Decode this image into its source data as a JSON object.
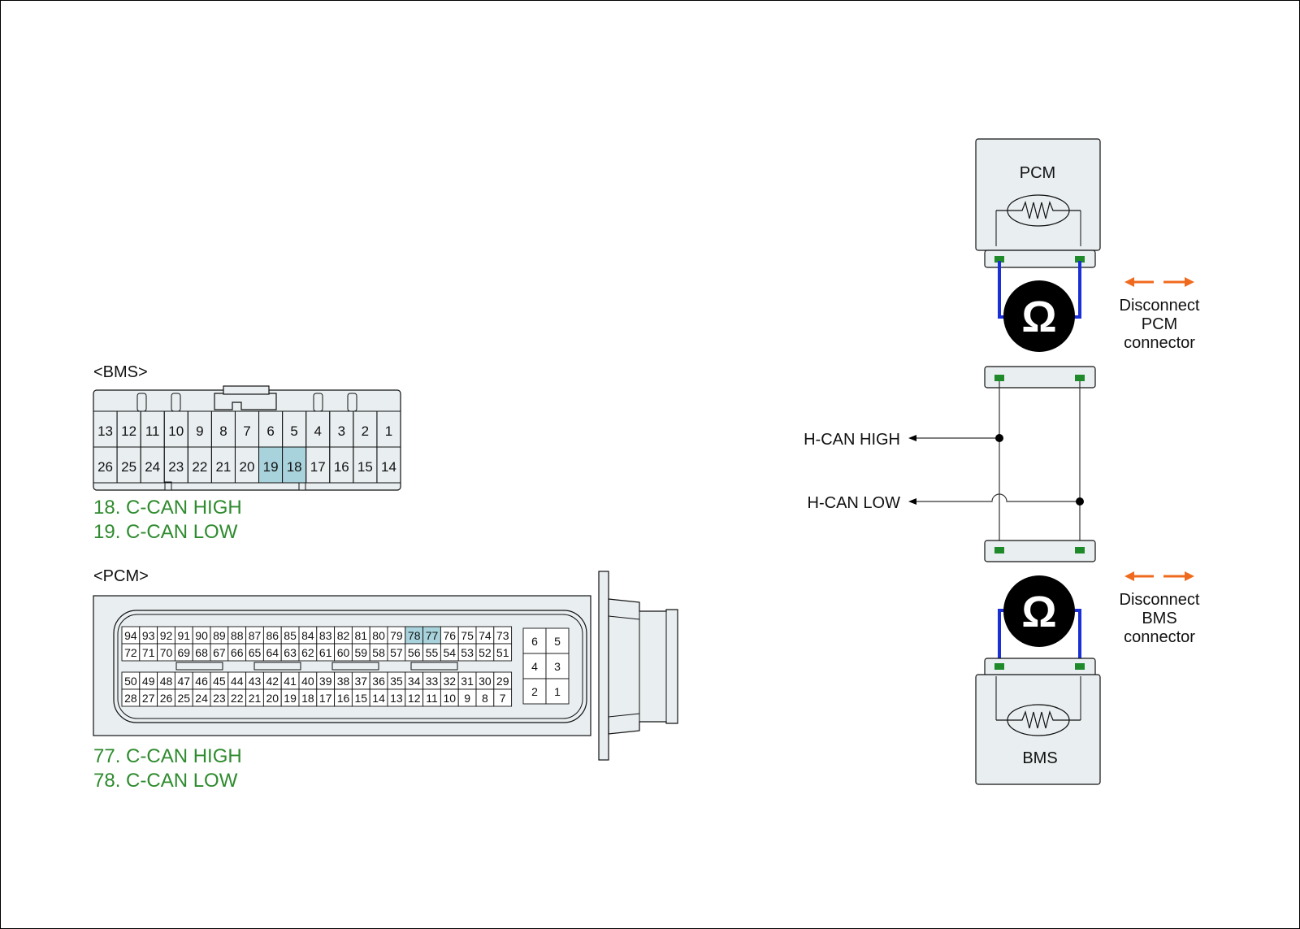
{
  "bms": {
    "title": "<BMS>",
    "row_top": [
      "13",
      "12",
      "11",
      "10",
      "9",
      "8",
      "7",
      "6",
      "5",
      "4",
      "3",
      "2",
      "1"
    ],
    "row_bottom": [
      "26",
      "25",
      "24",
      "23",
      "22",
      "21",
      "20",
      "19",
      "18",
      "17",
      "16",
      "15",
      "14"
    ],
    "highlight": [
      "18",
      "19"
    ],
    "pin_notes": [
      "18. C-CAN HIGH",
      "19. C-CAN LOW"
    ]
  },
  "pcm": {
    "title": "<PCM>",
    "rows": [
      [
        "94",
        "93",
        "92",
        "91",
        "90",
        "89",
        "88",
        "87",
        "86",
        "85",
        "84",
        "83",
        "82",
        "81",
        "80",
        "79",
        "78",
        "77",
        "76",
        "75",
        "74",
        "73"
      ],
      [
        "72",
        "71",
        "70",
        "69",
        "68",
        "67",
        "66",
        "65",
        "64",
        "63",
        "62",
        "61",
        "60",
        "59",
        "58",
        "57",
        "56",
        "55",
        "54",
        "53",
        "52",
        "51"
      ],
      [
        "50",
        "49",
        "48",
        "47",
        "46",
        "45",
        "44",
        "43",
        "42",
        "41",
        "40",
        "39",
        "38",
        "37",
        "36",
        "35",
        "34",
        "33",
        "32",
        "31",
        "30",
        "29"
      ],
      [
        "28",
        "27",
        "26",
        "25",
        "24",
        "23",
        "22",
        "21",
        "20",
        "19",
        "18",
        "17",
        "16",
        "15",
        "14",
        "13",
        "12",
        "11",
        "10",
        "9",
        "8",
        "7"
      ]
    ],
    "side_pins": [
      [
        "6",
        "5"
      ],
      [
        "4",
        "3"
      ],
      [
        "2",
        "1"
      ]
    ],
    "highlight": [
      "77",
      "78"
    ],
    "pin_notes": [
      "77. C-CAN HIGH",
      "78. C-CAN LOW"
    ]
  },
  "schematic": {
    "pcm_module": "PCM",
    "bms_module": "BMS",
    "ohm_symbol": "Ω",
    "can_high": "H-CAN HIGH",
    "can_low": "H-CAN LOW",
    "disconnect_pcm": [
      "Disconnect",
      "PCM",
      "connector"
    ],
    "disconnect_bms": [
      "Disconnect",
      "BMS",
      "connector"
    ],
    "colors": {
      "wire_meter": "#1a2fd6",
      "terminal": "#1e8a2a",
      "arrow": "#f06a1e",
      "highlight": "#a9d3dc"
    }
  }
}
